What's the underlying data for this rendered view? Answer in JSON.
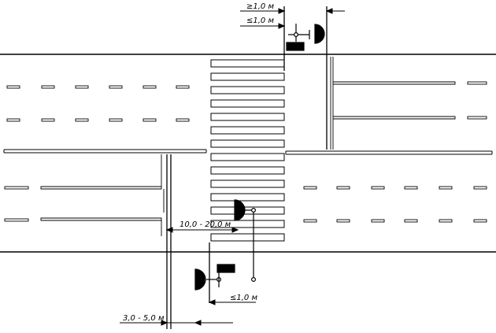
{
  "labels": {
    "top_min_offset": "≥1,0 м",
    "top_max_offset": "≤1,0 м",
    "mid_distance": "10,0 - 20,0 м",
    "bottom_max_offset": "≤1,0 м",
    "bottom_distance": "3,0 - 5,0 м"
  },
  "colors": {
    "line": "#000000",
    "background": "#ffffff"
  },
  "icons": {
    "traffic_light": "traffic-light-icon",
    "control_box": "control-box-icon"
  }
}
